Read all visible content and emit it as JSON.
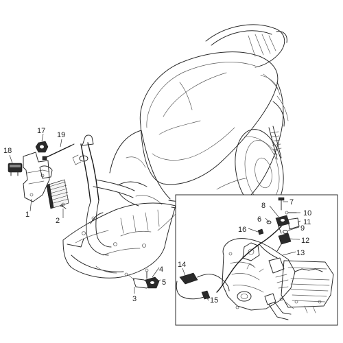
{
  "callouts": {
    "c1": "1",
    "c2": "2",
    "c3": "3",
    "c4": "4",
    "c5": "5",
    "c6": "6",
    "c7": "7",
    "c8": "8",
    "c9": "9",
    "c10": "10",
    "c11": "11",
    "c12": "12",
    "c13": "13",
    "c14": "14",
    "c15": "15",
    "c16": "16",
    "c17": "17",
    "c18": "18",
    "c19": "19"
  },
  "colors": {
    "line": "#2a2a2a",
    "background": "#ffffff"
  }
}
